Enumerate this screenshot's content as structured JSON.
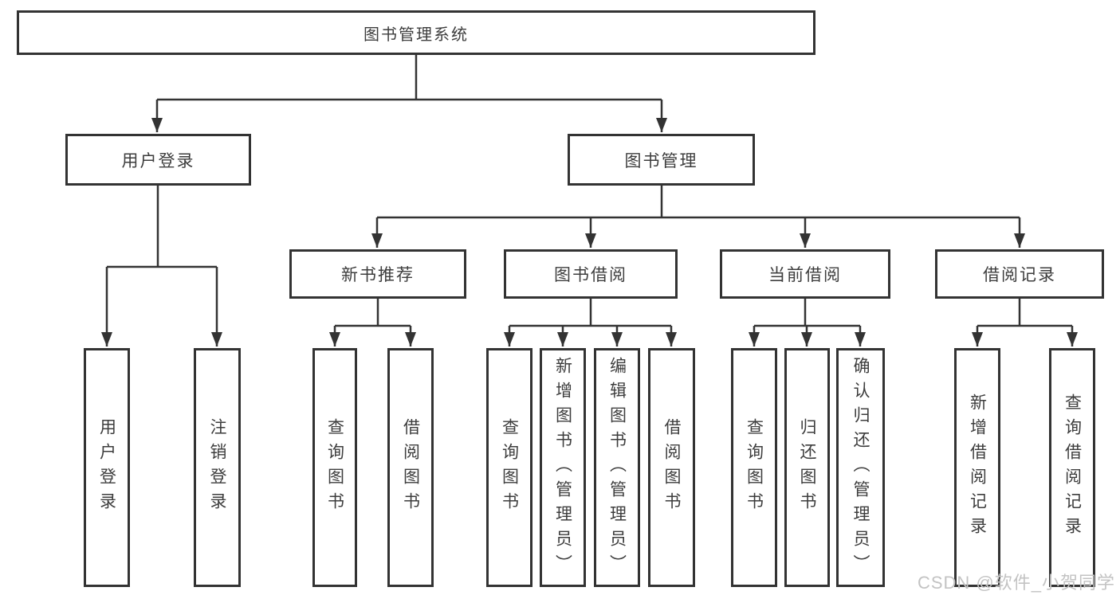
{
  "nodes": {
    "root": "图书管理系统",
    "user_login": "用户登录",
    "book_mgmt": "图书管理",
    "new_book_rec": "新书推荐",
    "book_borrow": "图书借阅",
    "current_borrow": "当前借阅",
    "borrow_records": "借阅记录",
    "ul_login": "用户登录",
    "ul_logout": "注销登录",
    "nb_query": "查询图书",
    "nb_borrow": "借阅图书",
    "bb_query": "查询图书",
    "bb_add": "新增图书（管理员）",
    "bb_edit": "编辑图书（管理员）",
    "bb_borrow": "借阅图书",
    "cb_query": "查询图书",
    "cb_return": "归还图书",
    "cb_confirm": "确认归还（管理员）",
    "br_add": "新增借阅记录",
    "br_query": "查询借阅记录"
  },
  "watermark": "CSDN @软件_小贺同学",
  "colors": {
    "stroke": "#333333",
    "text": "#3d3d3d",
    "watermark": "#c3c3c3",
    "background": "#ffffff"
  }
}
